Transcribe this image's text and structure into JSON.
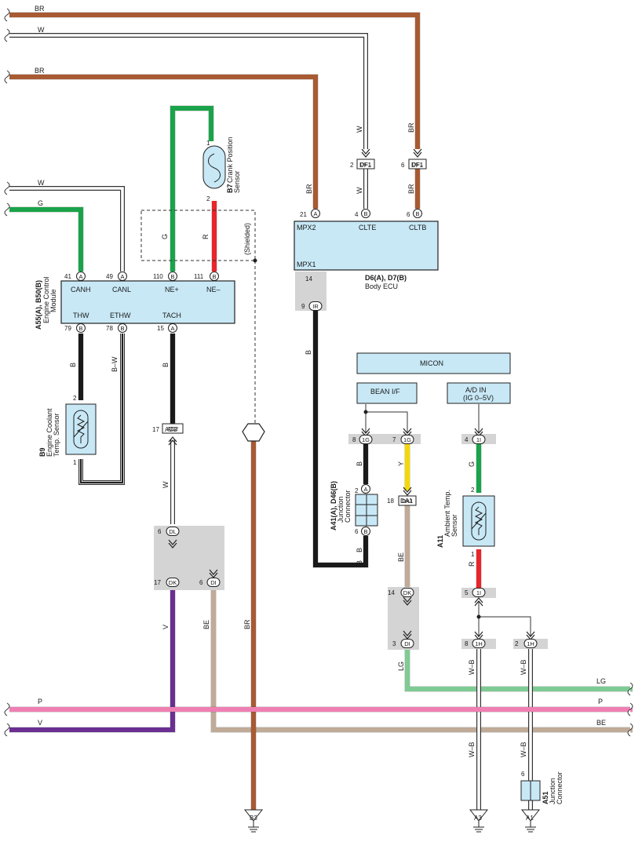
{
  "colors": {
    "BR": "#a85a32",
    "W": "#ffffff",
    "G": "#1aa34a",
    "R": "#e8252b",
    "B": "#1a1a1a",
    "Y": "#f5d800",
    "BE": "#bfab98",
    "LG": "#7ecb94",
    "P": "#ef7fb2",
    "V": "#6a2f91",
    "WB": "#ffffff",
    "ecu_fill": "#c8e8f6",
    "shade": "#d4d4d4"
  },
  "wire_labels": {
    "br_top": "BR",
    "w_top": "W",
    "br_mid": "BR",
    "w_left": "W",
    "g_left": "G",
    "g_ne": "G",
    "r_ne": "R",
    "shielded": "(Shielded)",
    "w_df1": "W",
    "br_df1": "BR",
    "w_df1_low": "W",
    "br_df1_low": "BR",
    "br_mpx2": "BR",
    "b_thw": "B",
    "bw_ethw": "B–W",
    "b_tach": "B",
    "b_body": "B",
    "w_ad2": "W",
    "v_dk": "V",
    "be_di": "BE",
    "br_b3": "BR",
    "b_1g": "B",
    "y_1g": "Y",
    "b_junc": "B",
    "b_junc2": "B",
    "be_da1": "BE",
    "lg_di": "LG",
    "g_1i": "G",
    "r_1i": "R",
    "wb_1h8": "W–B",
    "wb_1h2": "W–B",
    "wb_a3": "W–B",
    "wb_a1": "W–B",
    "p_left": "P",
    "v_left": "V",
    "lg_right": "LG",
    "p_right": "P",
    "be_right": "BE"
  },
  "ecm": {
    "ref": "A55(A), B50(B)",
    "name": "Engine Control Module",
    "terminals_top": [
      {
        "num": "41",
        "conn": "A",
        "label": "CANH"
      },
      {
        "num": "49",
        "conn": "A",
        "label": "CANL"
      },
      {
        "num": "110",
        "conn": "B",
        "label": "NE+"
      },
      {
        "num": "111",
        "conn": "B",
        "label": "NE–"
      }
    ],
    "terminals_bottom": [
      {
        "num": "79",
        "conn": "B",
        "label": "THW"
      },
      {
        "num": "78",
        "conn": "B",
        "label": "ETHW"
      },
      {
        "num": "15",
        "conn": "A",
        "label": "TACH"
      }
    ]
  },
  "body_ecu": {
    "ref": "D6(A), D7(B)",
    "name": "Body ECU",
    "terminals_top": [
      {
        "num": "21",
        "conn": "A",
        "label": "MPX2"
      },
      {
        "num": "4",
        "conn": "B",
        "label": "CLTE"
      },
      {
        "num": "6",
        "conn": "B",
        "label": "CLTB"
      }
    ],
    "mpx1_label": "MPX1",
    "mpx1_pin": "14",
    "ir_pin": "9",
    "ir_conn": "IR"
  },
  "crank_sensor": {
    "ref": "B7",
    "name": "Crank Position Sensor",
    "pin_top": "1",
    "pin_bottom": "2"
  },
  "coolant_sensor": {
    "ref": "B9",
    "name": "Engine Coolant Temp. Sensor",
    "pin_top": "2",
    "pin_bottom": "1"
  },
  "ambient_sensor": {
    "ref": "A11",
    "name": "Ambient Temp. Sensor",
    "pin_top": "2",
    "pin_bottom": "1"
  },
  "junction_a41": {
    "ref": "A41(A), D46(B)",
    "name": "Junction Connector",
    "pin_top": "2",
    "conn_top": "A",
    "pin_bottom": "6",
    "conn_bottom": "B"
  },
  "junction_a51": {
    "ref": "A51",
    "name": "Junction Connector",
    "pin": "6"
  },
  "connectors": {
    "df1_a": {
      "pin": "2",
      "name": "DF1"
    },
    "df1_b": {
      "pin": "6",
      "name": "DF1"
    },
    "ad2": {
      "pin": "17",
      "name": "AD2"
    },
    "dl": {
      "pin": "6",
      "name": "DL"
    },
    "dk": {
      "pin": "17",
      "name": "DK"
    },
    "di": {
      "pin": "6",
      "name": "DI"
    },
    "c1g8": {
      "pin": "8",
      "name": "1G"
    },
    "c1g7": {
      "pin": "7",
      "name": "1G"
    },
    "da1": {
      "pin": "18",
      "name": "DA1"
    },
    "dk14": {
      "pin": "14",
      "name": "DK"
    },
    "di3": {
      "pin": "3",
      "name": "DI"
    },
    "c1i4": {
      "pin": "4",
      "name": "1I"
    },
    "c1i5": {
      "pin": "5",
      "name": "1I"
    },
    "c1h8": {
      "pin": "8",
      "name": "1H"
    },
    "c1h2": {
      "pin": "2",
      "name": "1H"
    }
  },
  "micon": {
    "title": "MICON",
    "bean": "BEAN I/F",
    "adin": "A/D IN",
    "adin_sub": "(IG 0–5V)"
  },
  "grounds": {
    "b3": "B3",
    "a3": "A3",
    "a1": "A1"
  }
}
